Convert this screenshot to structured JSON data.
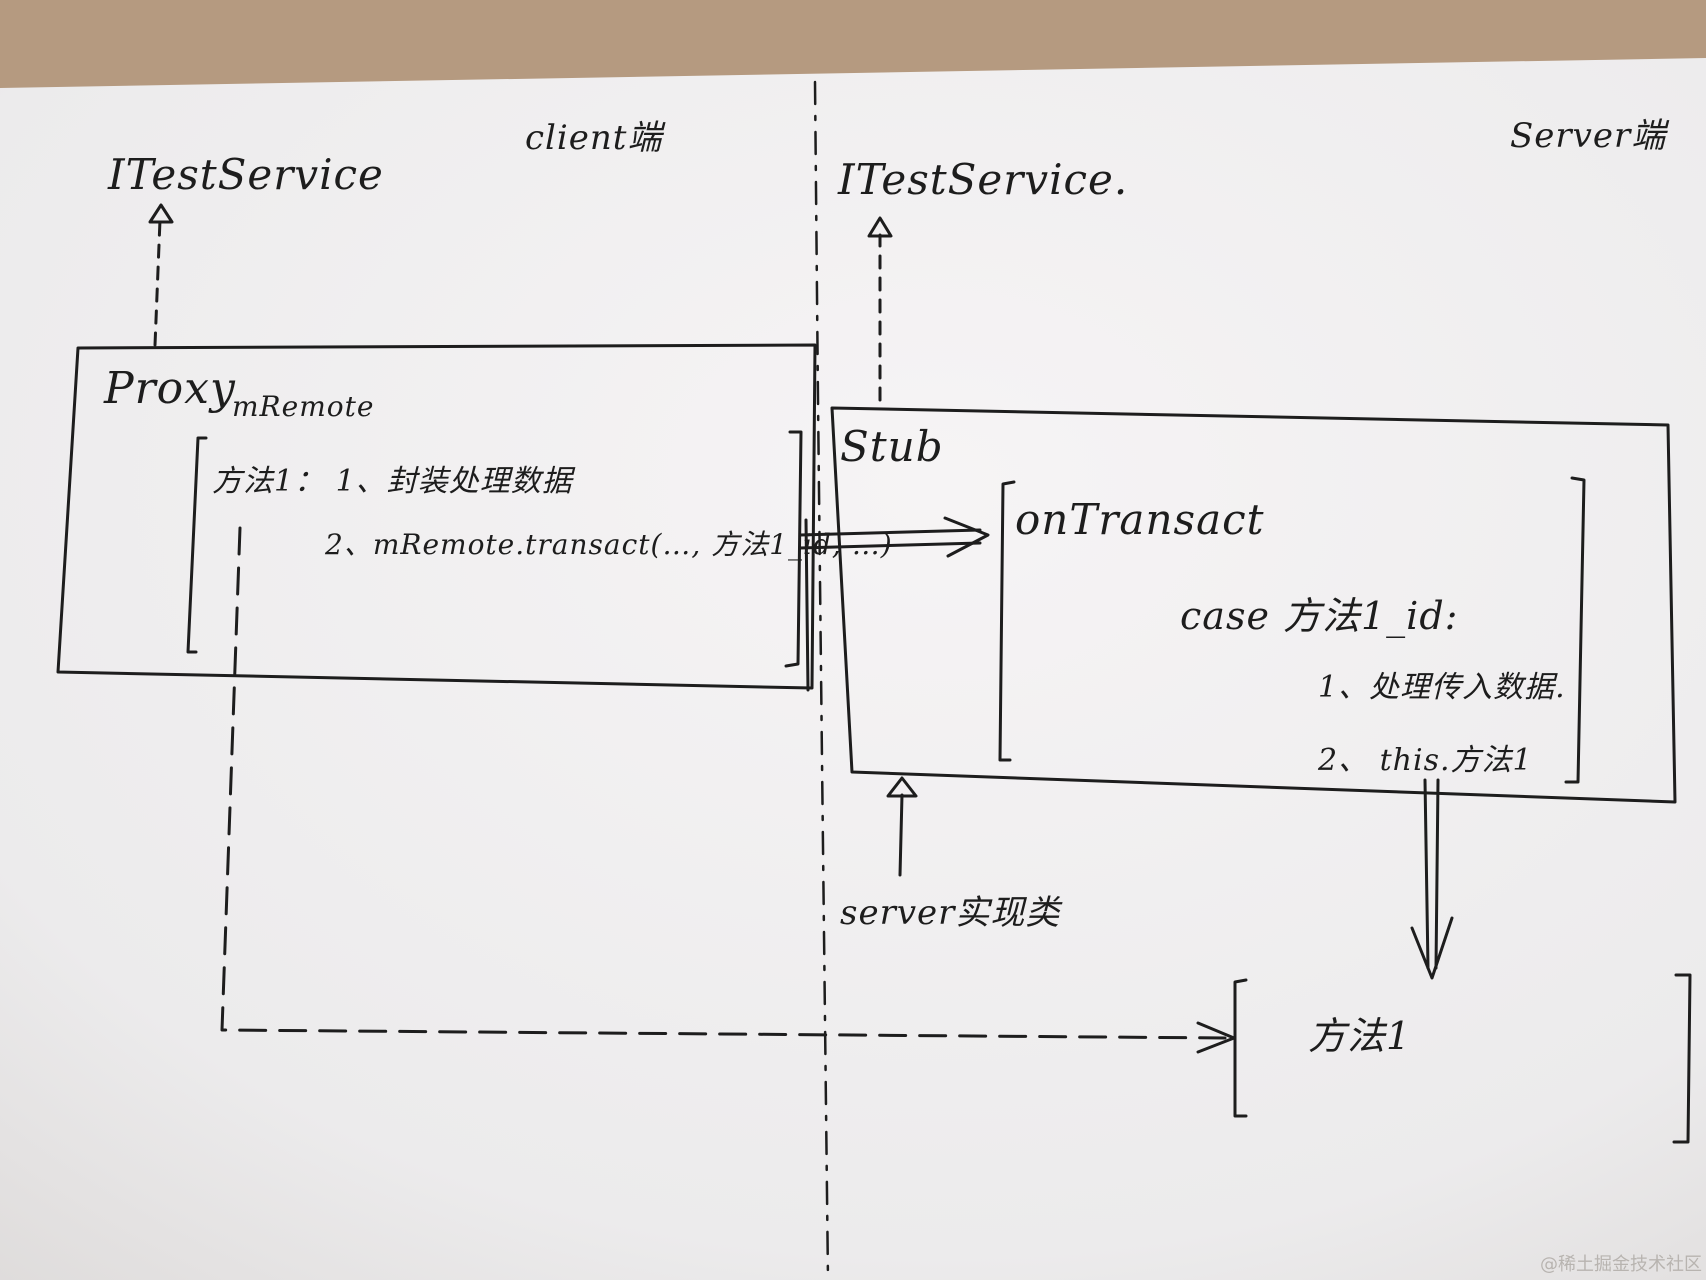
{
  "client": {
    "side_label": "client端",
    "interface_name": "ITestService",
    "proxy": {
      "title": "Proxy",
      "field": "mRemote",
      "method_line1": "方法1： 1、封装处理数据",
      "method_line2": "2、mRemote.transact(…, 方法1_id, …)"
    }
  },
  "server": {
    "side_label": "Server端",
    "interface_name": "ITestService.",
    "stub": {
      "title": "Stub",
      "on_transact": "onTransact",
      "case_line": "case 方法1_id:",
      "step1": "1、处理传入数据.",
      "step2": "2、 this.方法1"
    },
    "impl_label": "server实现类",
    "target_method": "方法1"
  },
  "watermark": "@稀土掘金技术社区"
}
